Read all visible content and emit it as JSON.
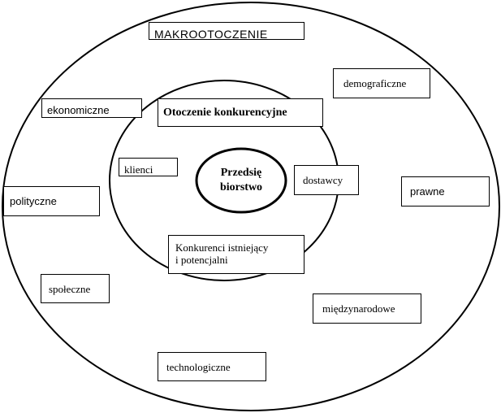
{
  "title": "MAKROOTOCZENIE",
  "competitive_label": "Otoczenie konkurencyjne",
  "core_label": "Przedsię\nbiorstwo",
  "macro_factors": {
    "ekonomiczne": "ekonomiczne",
    "demograficzne": "demograficzne",
    "polityczne": "polityczne",
    "prawne": "prawne",
    "spoleczne": "społeczne",
    "miedzynarodowe": "międzynarodowe",
    "technologiczne": "technologiczne"
  },
  "competitive_factors": {
    "klienci": "klienci",
    "dostawcy": "dostawcy",
    "konkurenci": "Konkurenci istniejący\ni potencjalni"
  }
}
